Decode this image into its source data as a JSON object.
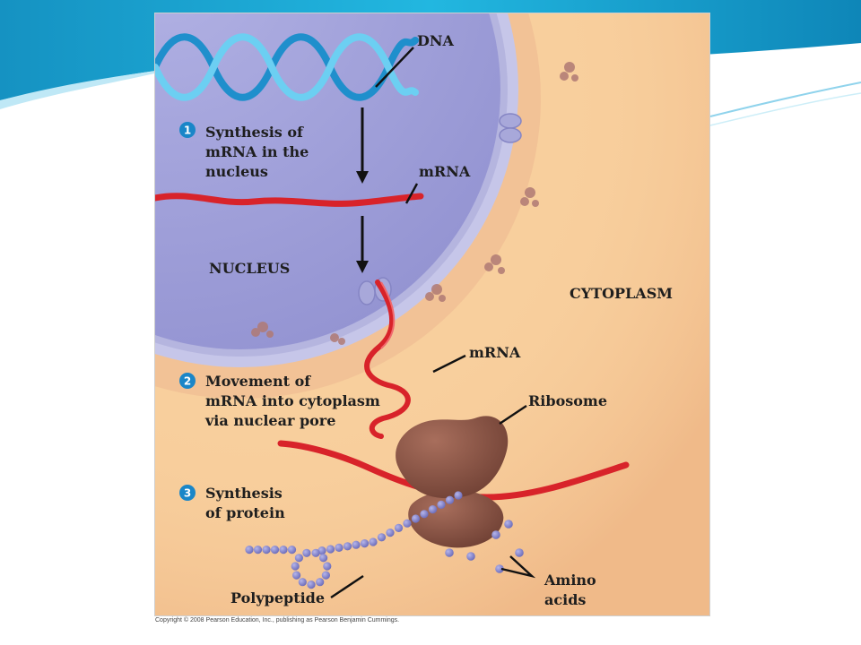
{
  "colors": {
    "cytoplasm": "#f8cf9d",
    "nucleus": "#a3a3da",
    "envelope": "#c4c4e8",
    "mrna": "#d8232a",
    "dna": "#59c3ec",
    "ribosome": "#8c5647",
    "amino_acid": "#8f8fd0",
    "step_badge": "#1a86c8",
    "theme_swoosh": "#17a2cf"
  },
  "icons": [
    "dna-helix-icon",
    "nuclear-pore-icon",
    "ribosome-icon",
    "amino-acid-icon"
  ],
  "figure": {
    "labels": {
      "dna": "DNA",
      "mrna_nucleus": "mRNA",
      "nucleus": "NUCLEUS",
      "cytoplasm": "CYTOPLASM",
      "mrna_cytoplasm": "mRNA",
      "ribosome": "Ribosome",
      "polypeptide": "Polypeptide",
      "amino_acids": [
        "Amino",
        "acids"
      ]
    },
    "steps": [
      {
        "number": "1",
        "lines": [
          "Synthesis of",
          "mRNA in the",
          "nucleus"
        ]
      },
      {
        "number": "2",
        "lines": [
          "Movement of",
          "mRNA into cytoplasm",
          "via nuclear pore"
        ]
      },
      {
        "number": "3",
        "lines": [
          "Synthesis",
          "of protein"
        ]
      }
    ]
  },
  "copyright": "Copyright © 2008 Pearson Education, Inc., publishing as Pearson Benjamin Cummings."
}
